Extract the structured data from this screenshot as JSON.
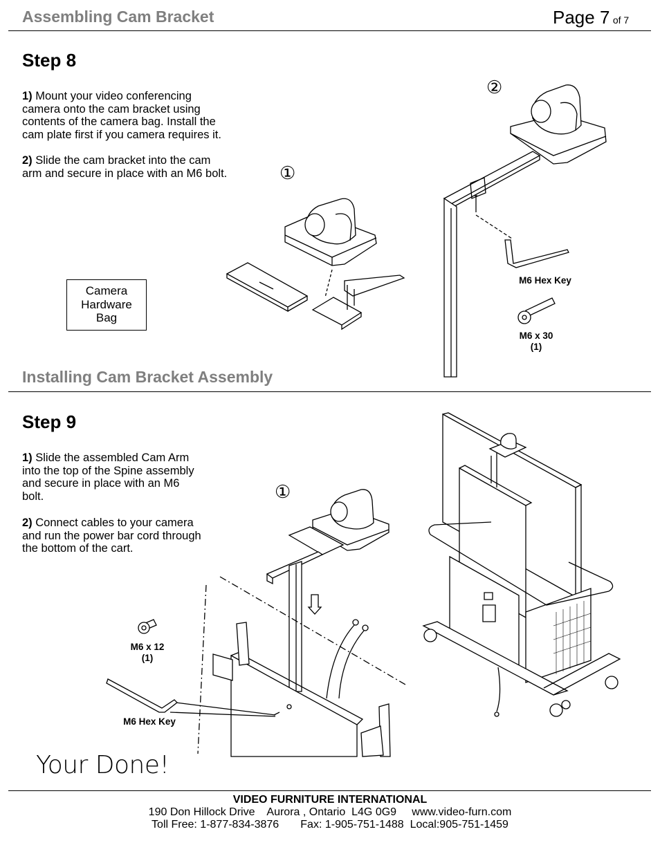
{
  "header": {
    "section1_title": "Assembling Cam Bracket",
    "page_label": "Page 7",
    "page_of": "of 7"
  },
  "step8": {
    "title": "Step 8",
    "p1_num": "1)",
    "p1_lines": [
      "Mount your video conferencing",
      "camera onto the cam bracket using",
      "contents of the camera bag. Install the",
      "cam plate first if you camera requires it."
    ],
    "p2_num": "2)",
    "p2_lines": [
      "Slide the cam bracket into the cam",
      "arm and secure in place with an M6 bolt."
    ],
    "marker1": "①",
    "marker2": "②",
    "bag_lines": [
      "Camera",
      "Hardware",
      "Bag"
    ],
    "hex_key_label": "M6 Hex Key",
    "bolt_label": "M6 x 30",
    "bolt_qty": "(1)"
  },
  "section2_title": "Installing Cam Bracket Assembly",
  "step9": {
    "title": "Step 9",
    "p1_num": "1)",
    "p1_lines": [
      "Slide the assembled Cam Arm",
      "into the top of the Spine assembly",
      "and secure in place with an M6",
      "bolt."
    ],
    "p2_num": "2)",
    "p2_lines": [
      "Connect cables to your camera",
      "and run the power bar cord through",
      "the bottom of the cart."
    ],
    "marker1": "①",
    "bolt_label": "M6 x 12",
    "bolt_qty": "(1)",
    "hex_key_label": "M6 Hex Key"
  },
  "closing": "Your Done!",
  "footer": {
    "company": "VIDEO FURNITURE INTERNATIONAL",
    "address_line": "190 Don Hillock Drive    Aurora , Ontario  L4G 0G9     www.video-furn.com",
    "phone_line": "Toll Free: 1-877-834-3876       Fax: 1-905-751-1488  Local:905-751-1459"
  }
}
